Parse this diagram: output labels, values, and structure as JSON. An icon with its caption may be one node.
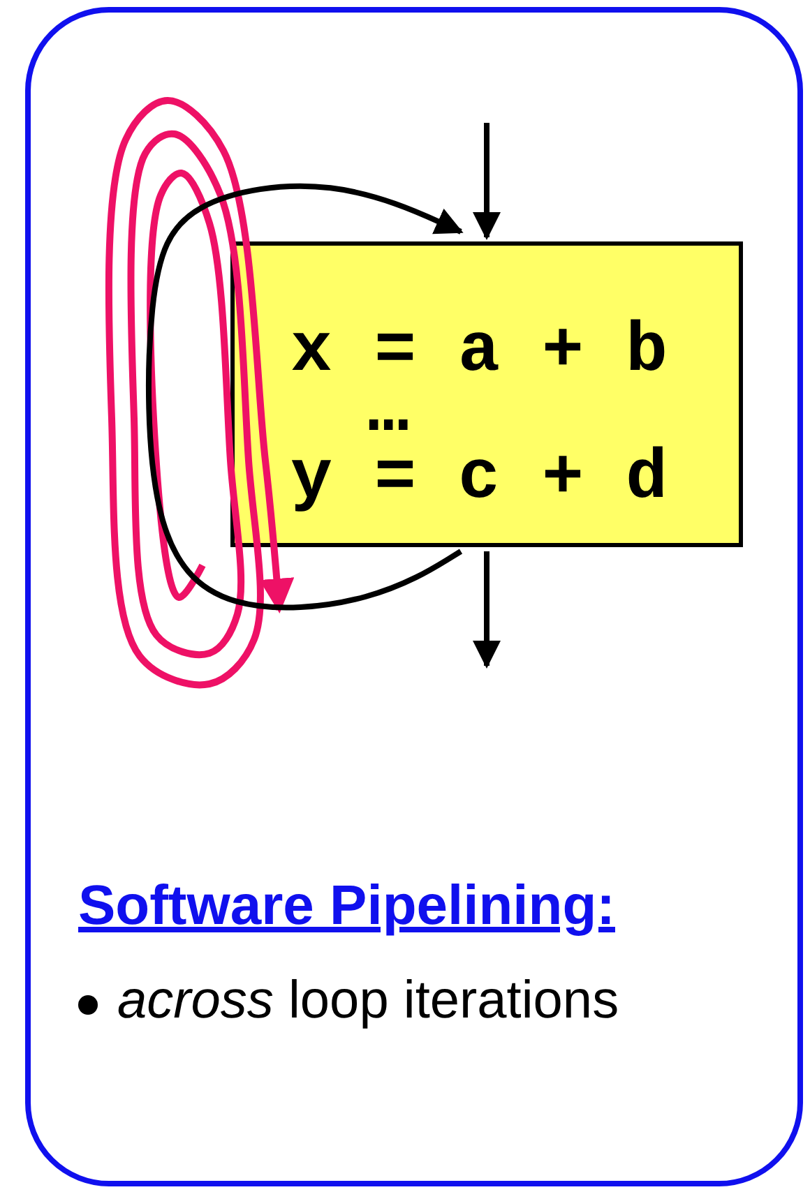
{
  "diagram": {
    "nodes": [
      {
        "text": [
          "Software Pipelining:",
          "*across* loop iterations"
        ]
      },
      {
        "text": [
          "x = a + b",
          "…",
          "y = c + d"
        ],
        "in": 0
      }
    ],
    "edges": [
      {
        "from": null,
        "to": 1,
        "arrow": "to"
      },
      {
        "from": 1,
        "to": null,
        "arrow": "to"
      },
      {
        "from": 1,
        "to": 1,
        "arrow": "to"
      }
    ]
  }
}
